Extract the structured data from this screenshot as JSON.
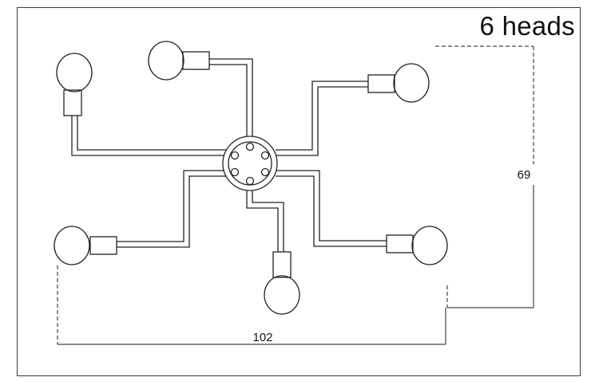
{
  "title": "6 heads",
  "dimensions": {
    "height_label": "69",
    "width_label": "102"
  }
}
